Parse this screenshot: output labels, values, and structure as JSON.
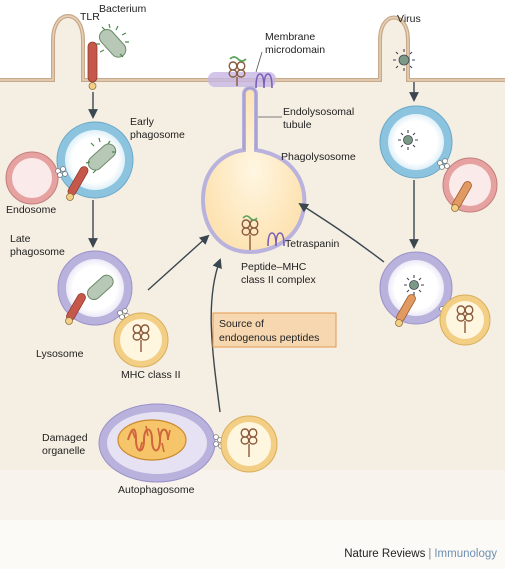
{
  "labels": {
    "tlr": "TLR",
    "bacterium": "Bacterium",
    "membrane_microdomain_1": "Membrane",
    "membrane_microdomain_2": "microdomain",
    "virus": "Virus",
    "early_phagosome_1": "Early",
    "early_phagosome_2": "phagosome",
    "endolysosomal_tubule_1": "Endolysosomal",
    "endolysosomal_tubule_2": "tubule",
    "phagolysosome": "Phagolysosome",
    "endosome": "Endosome",
    "late_phagosome_1": "Late",
    "late_phagosome_2": "phagosome",
    "tetraspanin": "Tetraspanin",
    "peptide_mhc_1": "Peptide–MHC",
    "peptide_mhc_2": "class II complex",
    "source_endogenous_1": "Source of",
    "source_endogenous_2": "endogenous peptides",
    "lysosome": "Lysosome",
    "mhc_class_ii": "MHC class II",
    "damaged_organelle_1": "Damaged",
    "damaged_organelle_2": "organelle",
    "autophagosome": "Autophagosome"
  },
  "footer": {
    "publisher": "Nature Reviews",
    "separator": "|",
    "journal": "Immunology"
  },
  "colors": {
    "cytoplasm": "#f5eee3",
    "membrane": "#c9a987",
    "phagosome_blue": "#8cc4e0",
    "phagosome_lavender": "#b9b2dc",
    "endosome_pink": "#e5a2a0",
    "lysosome_yellow": "#f3cf85",
    "phagolysosome_fill": "#fde9c0",
    "source_box_fill": "#f6d7b0",
    "source_box_border": "#e59a4c",
    "tlr_red": "#c5584a",
    "arrow": "#3a4750",
    "journal_blue": "#6e8fb0"
  }
}
